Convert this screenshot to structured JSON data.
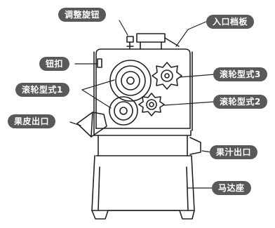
{
  "diagram": {
    "labels": {
      "adjust_knob": "调整旋钮",
      "inlet_baffle": "入口档板",
      "buckle": "钮扣",
      "roller_type_1": "滚轮型式1",
      "roller_type_3": "滚轮型式3",
      "roller_type_2": "滚轮型式2",
      "peel_outlet": "果皮出口",
      "juice_outlet": "果汁出口",
      "motor_base": "马达座"
    },
    "colors": {
      "callout_bg": "#595959",
      "callout_text": "#ffffff",
      "line": "#222222",
      "background": "#ffffff"
    }
  }
}
